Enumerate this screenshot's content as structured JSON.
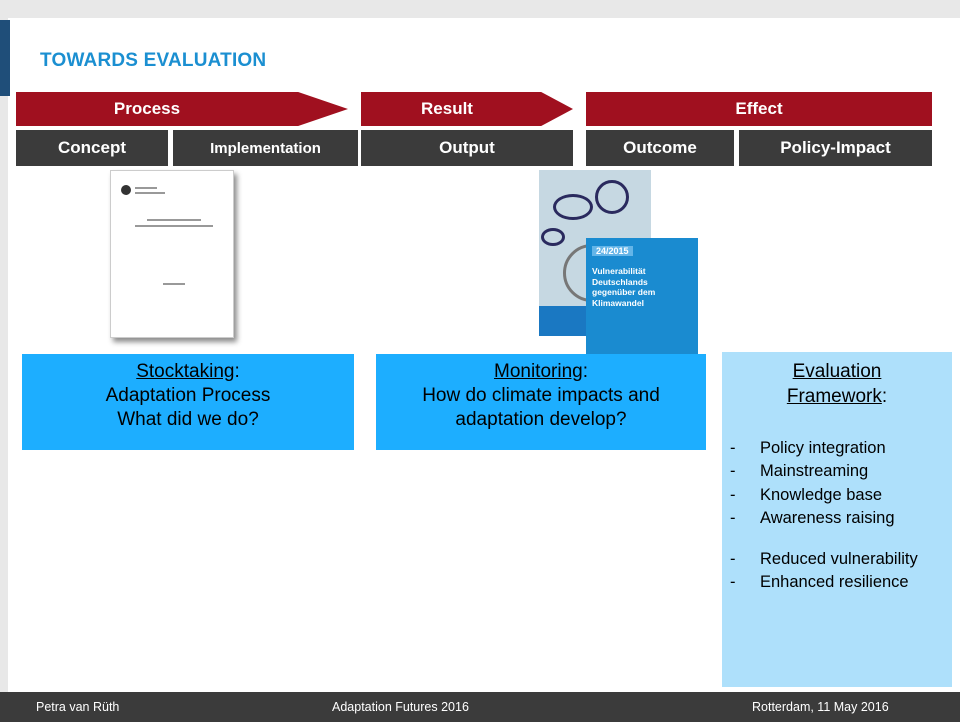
{
  "slide": {
    "title": "TOWARDS EVALUATION"
  },
  "phases": {
    "process": "Process",
    "result": "Result",
    "effect": "Effect"
  },
  "stages": {
    "concept": "Concept",
    "implementation": "Implementation",
    "output": "Output",
    "outcome": "Outcome",
    "policy_impact": "Policy-Impact"
  },
  "cover": {
    "number": "24/2015",
    "title": "Vulnerabilität Deutschlands gegenüber dem Klimawandel"
  },
  "stocktaking": {
    "term": "Stocktaking",
    "colon": ":",
    "line2": "Adaptation Process",
    "line3": "What did we do?"
  },
  "monitoring": {
    "term": "Monitoring",
    "colon": ":",
    "line2": "How do climate impacts and",
    "line3": "adaptation develop?"
  },
  "evaluation": {
    "line1": "Evaluation",
    "term": "Framework",
    "colon": ":",
    "items_a": [
      "Policy integration",
      "Mainstreaming",
      "Knowledge base",
      "Awareness raising"
    ],
    "items_b": [
      "Reduced vulnerability",
      "Enhanced resilience"
    ]
  },
  "footer": {
    "author": "Petra van Rüth",
    "event": "Adaptation Futures 2016",
    "date": "Rotterdam, 11 May 2016"
  },
  "colors": {
    "title": "#1b8fd1",
    "arrow": "#a0101f",
    "stage_bar": "#3b3b3b",
    "box_blue": "#1daeff",
    "eval_box": "#aee0fb"
  }
}
